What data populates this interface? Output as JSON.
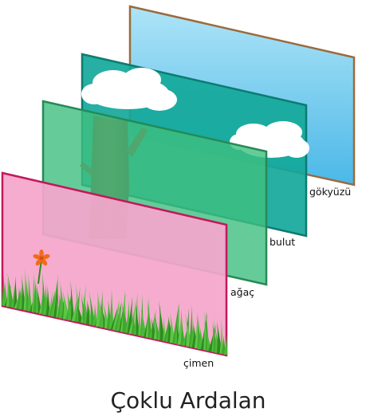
{
  "layers": [
    {
      "label": "gökyüzü",
      "fill": "#7fd0ef",
      "border": "#9b6a3c"
    },
    {
      "label": "bulut",
      "fill": "#13a89a",
      "border": "#0d7b70"
    },
    {
      "label": "ağaç",
      "fill": "#3fbf80",
      "border": "#268a56"
    },
    {
      "label": "çimen",
      "fill": "#f4a6cb",
      "border": "#c2185b"
    }
  ],
  "title": "Çoklu Ardalan",
  "colors": {
    "cloud": "#ffffff",
    "trunk": "#8a4a2b",
    "grass": "#3fa82c",
    "flower": "#f26b1d"
  }
}
